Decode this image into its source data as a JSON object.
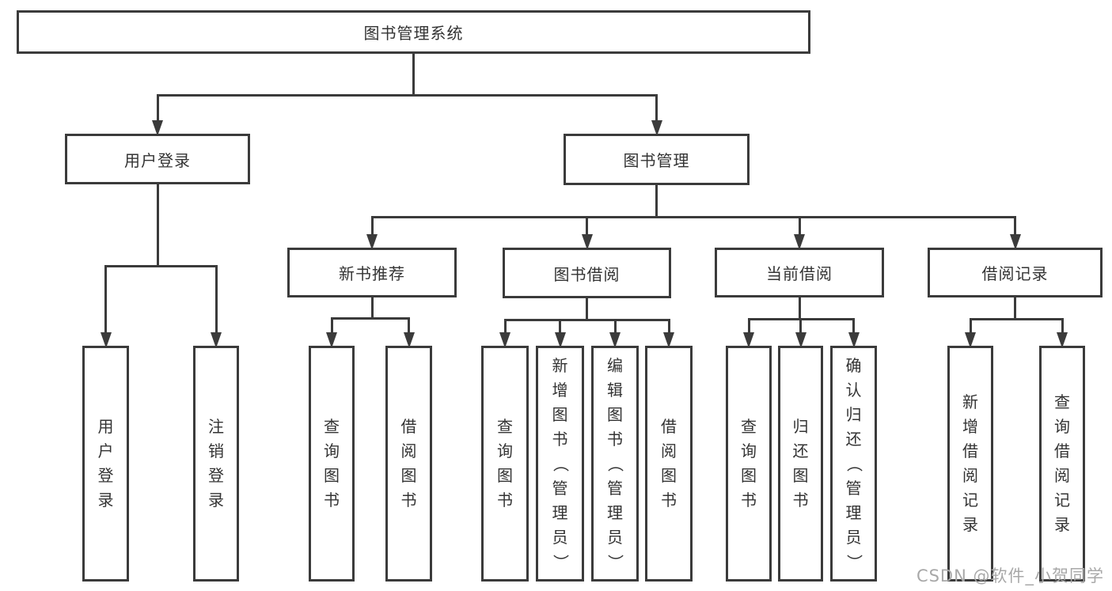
{
  "diagram": {
    "title": "图书管理系统",
    "watermark": "CSDN @软件_小贺同学",
    "colors": {
      "line": "#3b3b3b",
      "text": "#333333",
      "box_background": "#ffffff",
      "watermark": "#a8a8a8"
    },
    "nodes": [
      {
        "id": "root",
        "label": "图书管理系统",
        "orientation": "horizontal",
        "parent": null
      },
      {
        "id": "user-login",
        "label": "用户登录",
        "orientation": "horizontal",
        "parent": "root"
      },
      {
        "id": "book-mgmt",
        "label": "图书管理",
        "orientation": "horizontal",
        "parent": "root"
      },
      {
        "id": "login",
        "label": "用户登录",
        "orientation": "vertical",
        "parent": "user-login"
      },
      {
        "id": "logout",
        "label": "注销登录",
        "orientation": "vertical",
        "parent": "user-login"
      },
      {
        "id": "new-book-rec",
        "label": "新书推荐",
        "orientation": "horizontal",
        "parent": "book-mgmt"
      },
      {
        "id": "book-borrow",
        "label": "图书借阅",
        "orientation": "horizontal",
        "parent": "book-mgmt"
      },
      {
        "id": "current-borrow",
        "label": "当前借阅",
        "orientation": "horizontal",
        "parent": "book-mgmt"
      },
      {
        "id": "borrow-records",
        "label": "借阅记录",
        "orientation": "horizontal",
        "parent": "book-mgmt"
      },
      {
        "id": "rec-query-book",
        "label": "查询图书",
        "orientation": "vertical",
        "parent": "new-book-rec"
      },
      {
        "id": "rec-borrow-book",
        "label": "借阅图书",
        "orientation": "vertical",
        "parent": "new-book-rec"
      },
      {
        "id": "bb-query-book",
        "label": "查询图书",
        "orientation": "vertical",
        "parent": "book-borrow"
      },
      {
        "id": "bb-add-book",
        "label": "新增图书（管理员）",
        "orientation": "vertical",
        "parent": "book-borrow"
      },
      {
        "id": "bb-edit-book",
        "label": "编辑图书（管理员）",
        "orientation": "vertical",
        "parent": "book-borrow"
      },
      {
        "id": "bb-borrow-book",
        "label": "借阅图书",
        "orientation": "vertical",
        "parent": "book-borrow"
      },
      {
        "id": "cb-query-book",
        "label": "查询图书",
        "orientation": "vertical",
        "parent": "current-borrow"
      },
      {
        "id": "cb-return-book",
        "label": "归还图书",
        "orientation": "vertical",
        "parent": "current-borrow"
      },
      {
        "id": "cb-confirm-return",
        "label": "确认归还（管理员）",
        "orientation": "vertical",
        "parent": "current-borrow"
      },
      {
        "id": "br-add-record",
        "label": "新增借阅记录",
        "orientation": "vertical",
        "parent": "borrow-records"
      },
      {
        "id": "br-query-record",
        "label": "查询借阅记录",
        "orientation": "vertical",
        "parent": "borrow-records"
      }
    ]
  }
}
